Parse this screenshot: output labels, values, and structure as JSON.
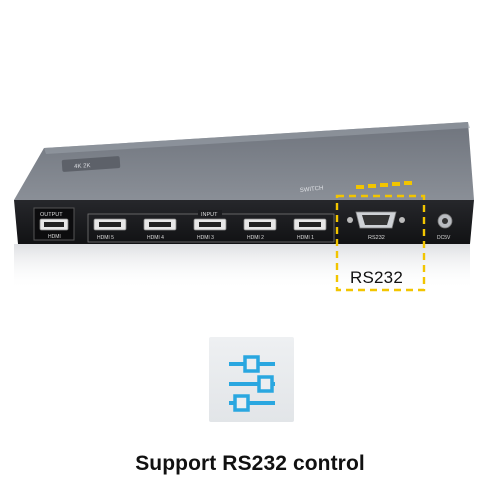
{
  "device": {
    "output_label": "OUTPUT",
    "output_port_label": "HDMI",
    "input_label": "INPUT",
    "inputs": [
      "HDMI 5",
      "HDMI 4",
      "HDMI 3",
      "HDMI 2",
      "HDMI 1"
    ],
    "serial_port_label": "RS232",
    "power_label": "DC5V",
    "top_text": "SWITCH",
    "side_text": "4K 2K"
  },
  "callout": {
    "label": "RS232"
  },
  "caption": "Support RS232 control",
  "colors": {
    "body": "#7c8089",
    "highlight": "#f2c500",
    "icon": "#2aa7e0",
    "panel": "#1b1c1f"
  },
  "icon": "sliders-icon"
}
